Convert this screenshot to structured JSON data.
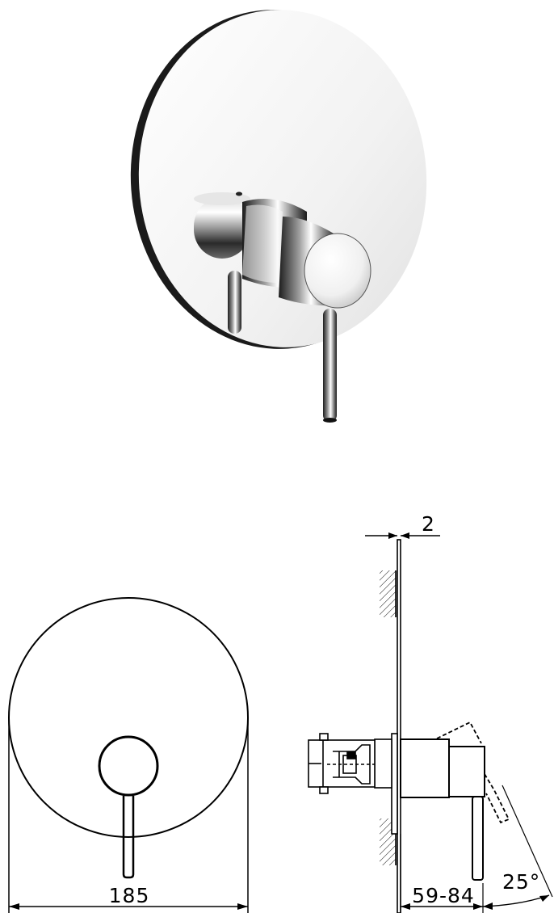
{
  "diagram": {
    "front_view": {
      "width_dimension": "185"
    },
    "side_view": {
      "plate_thickness_dimension": "2",
      "depth_range_dimension": "59-84",
      "lever_angle_dimension": "25°"
    }
  },
  "colors": {
    "line": "#000000",
    "background": "#ffffff",
    "chrome_light": "#f4f4f4",
    "chrome_dark": "#3a3a3a"
  }
}
